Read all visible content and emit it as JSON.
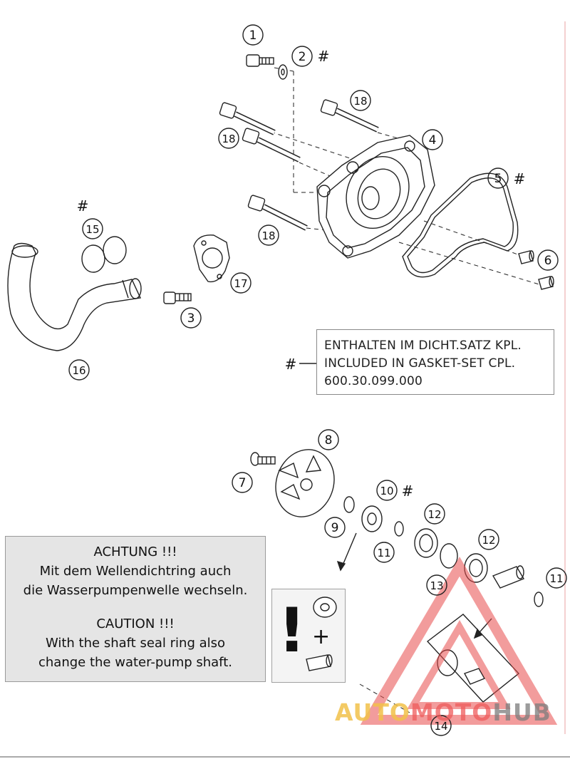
{
  "callouts": {
    "c1": "1",
    "c2": "2",
    "c3": "3",
    "c4": "4",
    "c5": "5",
    "c6": "6",
    "c7": "7",
    "c8": "8",
    "c9": "9",
    "c10": "10",
    "c11": "11",
    "c12": "12",
    "c13": "13",
    "c14": "14",
    "c15": "15",
    "c16": "16",
    "c17": "17",
    "c18": "18"
  },
  "hash": "#",
  "note": {
    "line1": "ENTHALTEN IM DICHT.SATZ KPL.",
    "line2": "INCLUDED IN GASKET-SET CPL.",
    "line3": "600.30.099.000"
  },
  "warning": {
    "de_title": "ACHTUNG !!!",
    "de_line1": "Mit dem Wellendichtring auch",
    "de_line2": "die Wasserpumpenwelle wechseln.",
    "en_title": "CAUTION !!!",
    "en_line1": "With the shaft seal ring also",
    "en_line2": "change the water-pump shaft."
  },
  "inset": {
    "exclaim": "!",
    "plus": "+"
  },
  "watermark": {
    "part1": "AUTO",
    "part2": "MOTO",
    "part3": "HUB"
  },
  "colors": {
    "line": "#222222",
    "watermark_red": "#e84b4b",
    "watermark_yellow": "#f2c14a",
    "watermark_gray": "#7c7c7c",
    "warn_bg": "#e5e5e5"
  }
}
